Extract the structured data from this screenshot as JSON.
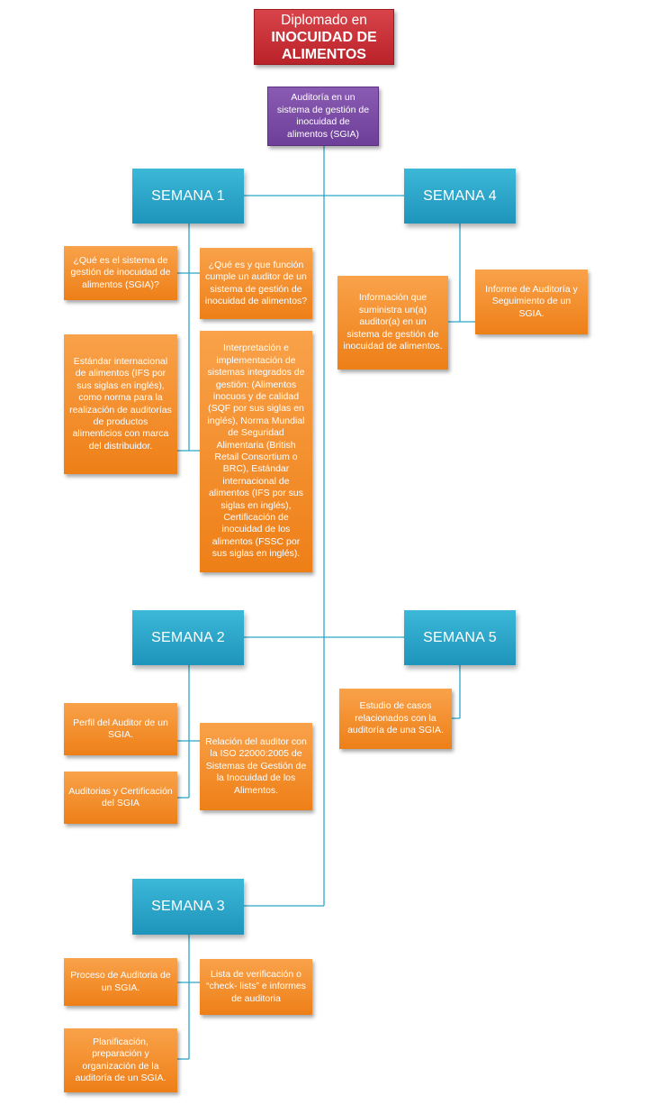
{
  "title": {
    "line1": "Diplomado en",
    "line2": "INOCUIDAD DE ALIMENTOS"
  },
  "subtitle": "Auditoría en un sistema de gestión de inocuidad de alimentos (SGIA)",
  "weeks": [
    {
      "label": "SEMANA 1",
      "topics": [
        "¿Qué es el sistema de gestión de inocuidad de alimentos (SGIA)?",
        "Estándar internacional de alimentos (IFS por sus siglas en inglés), como norma para la realización de auditorías de productos alimenticios con marca del distribuidor.",
        "¿Qué es y que función cumple un auditor de un sistema de gestión de inocuidad de alimentos?",
        "Interpretación e implementación de sistemas integrados de gestión: (Alimentos inocuos y de calidad (SQF por sus siglas en inglés), Norma Mundial de Seguridad Alimentaria (British Retail Consortium o BRC), Estándar internacional de alimentos (IFS por sus siglas en inglés), Certificación de inocuidad de los alimentos (FSSC por sus siglas en inglés)."
      ]
    },
    {
      "label": "SEMANA 2",
      "topics": [
        "Perfil del Auditor de un SGIA.",
        "Auditorias y Certificación del SGIA",
        "Relación del auditor con la ISO 22000:2005 de Sistemas de Gestión de la Inocuidad de los Alimentos."
      ]
    },
    {
      "label": "SEMANA 3",
      "topics": [
        "Proceso de Auditoria de un SGIA.",
        "Planificación, preparación y organización de la auditoría de un SGIA.",
        "Lista de verificación o “check- lists” e informes de auditoria"
      ]
    },
    {
      "label": "SEMANA 4",
      "topics": [
        "Información que suministra un(a) auditor(a) en un sistema de gestión de inocuidad de alimentos.",
        "Informe de Auditoría y Seguimiento de un SGIA."
      ]
    },
    {
      "label": "SEMANA 5",
      "topics": [
        "Estudio de casos relacionados con la auditoría de una SGIA."
      ]
    }
  ],
  "colors": {
    "title": "#c0272d",
    "subtitle": "#7b4aa6",
    "week": "#2aa6cb",
    "topic": "#f28a24",
    "connector": "#2aa6cb"
  }
}
